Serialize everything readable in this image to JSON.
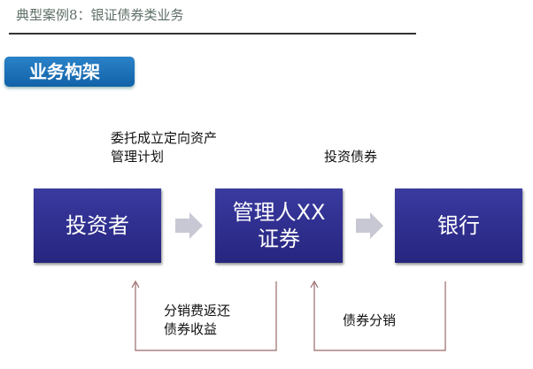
{
  "header": {
    "title": "典型案例8：银证债券类业务",
    "section_badge": "业务构架"
  },
  "diagram": {
    "nodes": [
      {
        "label": "投资者"
      },
      {
        "label_line1": "管理人XX",
        "label_line2": "证券"
      },
      {
        "label": "银行"
      }
    ],
    "top_labels": [
      {
        "line1": "委托成立定向资产",
        "line2": "管理计划"
      },
      {
        "line1": "投资债券"
      }
    ],
    "bottom_labels": [
      {
        "line1": "分销费返还",
        "line2": "债券收益"
      },
      {
        "line1": "债券分销"
      }
    ],
    "colors": {
      "node": "#2e2d8f",
      "arrow": "#c8c8d4",
      "return_line": "#9a6a6a"
    }
  }
}
